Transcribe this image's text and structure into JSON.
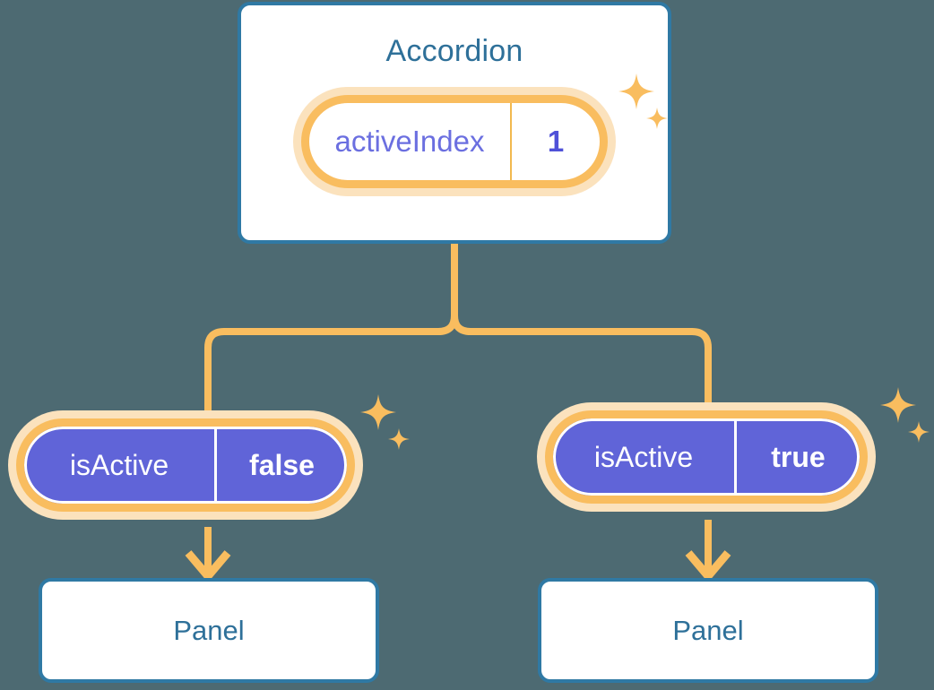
{
  "background_color": "#4d6a72",
  "accent_colors": {
    "card_border": "#2f79a4",
    "card_text": "#2e7099",
    "pill_ring": "#f9bd5f",
    "pill_halo": "#fbe2bd",
    "pill_fill_purple": "#6064d8",
    "state_key_purple": "#6b6fe0",
    "state_value_purple": "#4f51d8",
    "connector": "#f9bd5f"
  },
  "diagram": {
    "type": "component-tree",
    "root": {
      "title": "Accordion",
      "state": {
        "key": "activeIndex",
        "value": "1"
      },
      "sparkle_icon": "sparkles-icon"
    },
    "children": [
      {
        "prop": {
          "key": "isActive",
          "value": "false"
        },
        "sparkle_icon": "sparkles-icon",
        "arrow_icon": "arrow-down-icon",
        "panel": {
          "title": "Panel"
        }
      },
      {
        "prop": {
          "key": "isActive",
          "value": "true"
        },
        "sparkle_icon": "sparkles-icon",
        "arrow_icon": "arrow-down-icon",
        "panel": {
          "title": "Panel"
        }
      }
    ]
  }
}
